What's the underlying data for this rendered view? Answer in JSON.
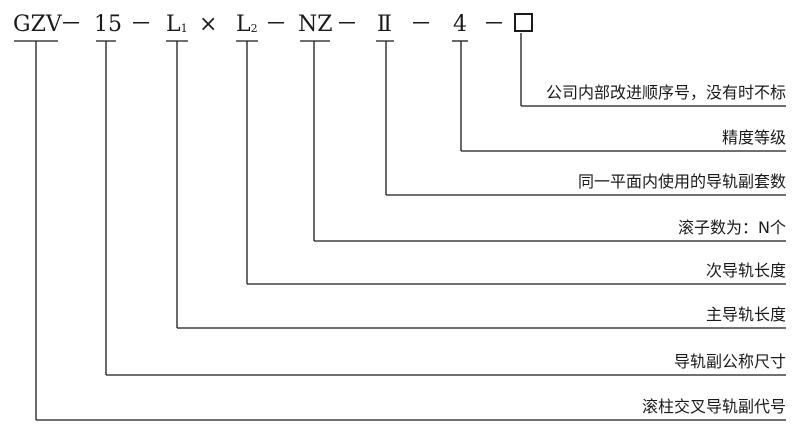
{
  "code": {
    "prefix": "GZV",
    "sep1": "－",
    "size": "15",
    "sep2": "－",
    "l1_letter": "L",
    "l1_sub": "1",
    "times": "×",
    "l2_letter": "L",
    "l2_sub": "2",
    "sep3": "－",
    "nz": "NZ",
    "sep4": "－",
    "sets": "Ⅱ",
    "sep5": "－",
    "grade": "4",
    "sep6": "－"
  },
  "descriptions": [
    "公司内部改进顺序号，没有时不标",
    "精度等级",
    "同一平面内使用的导轨副套数",
    "滚子数为：N个",
    "次导轨长度",
    "主导轨长度",
    "导轨副公称尺寸",
    "滚柱交叉导轨副代号"
  ]
}
